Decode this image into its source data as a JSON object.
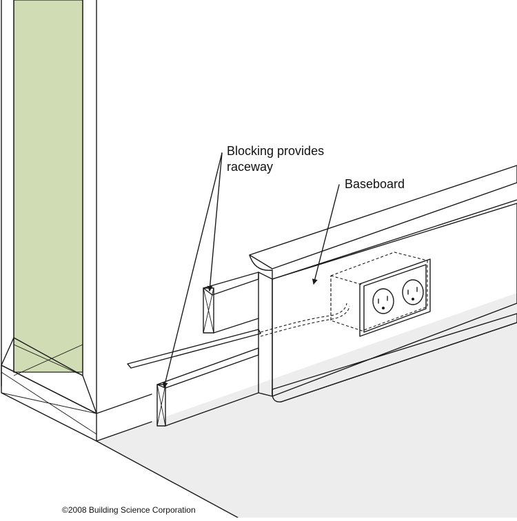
{
  "labels": {
    "blocking_line1": "Blocking provides",
    "blocking_line2": "raceway",
    "baseboard": "Baseboard"
  },
  "credit": "©2008 Building Science Corporation",
  "colors": {
    "insulation": "#cfdcb4",
    "floor": "#ededed",
    "line": "#1a1a1a"
  }
}
